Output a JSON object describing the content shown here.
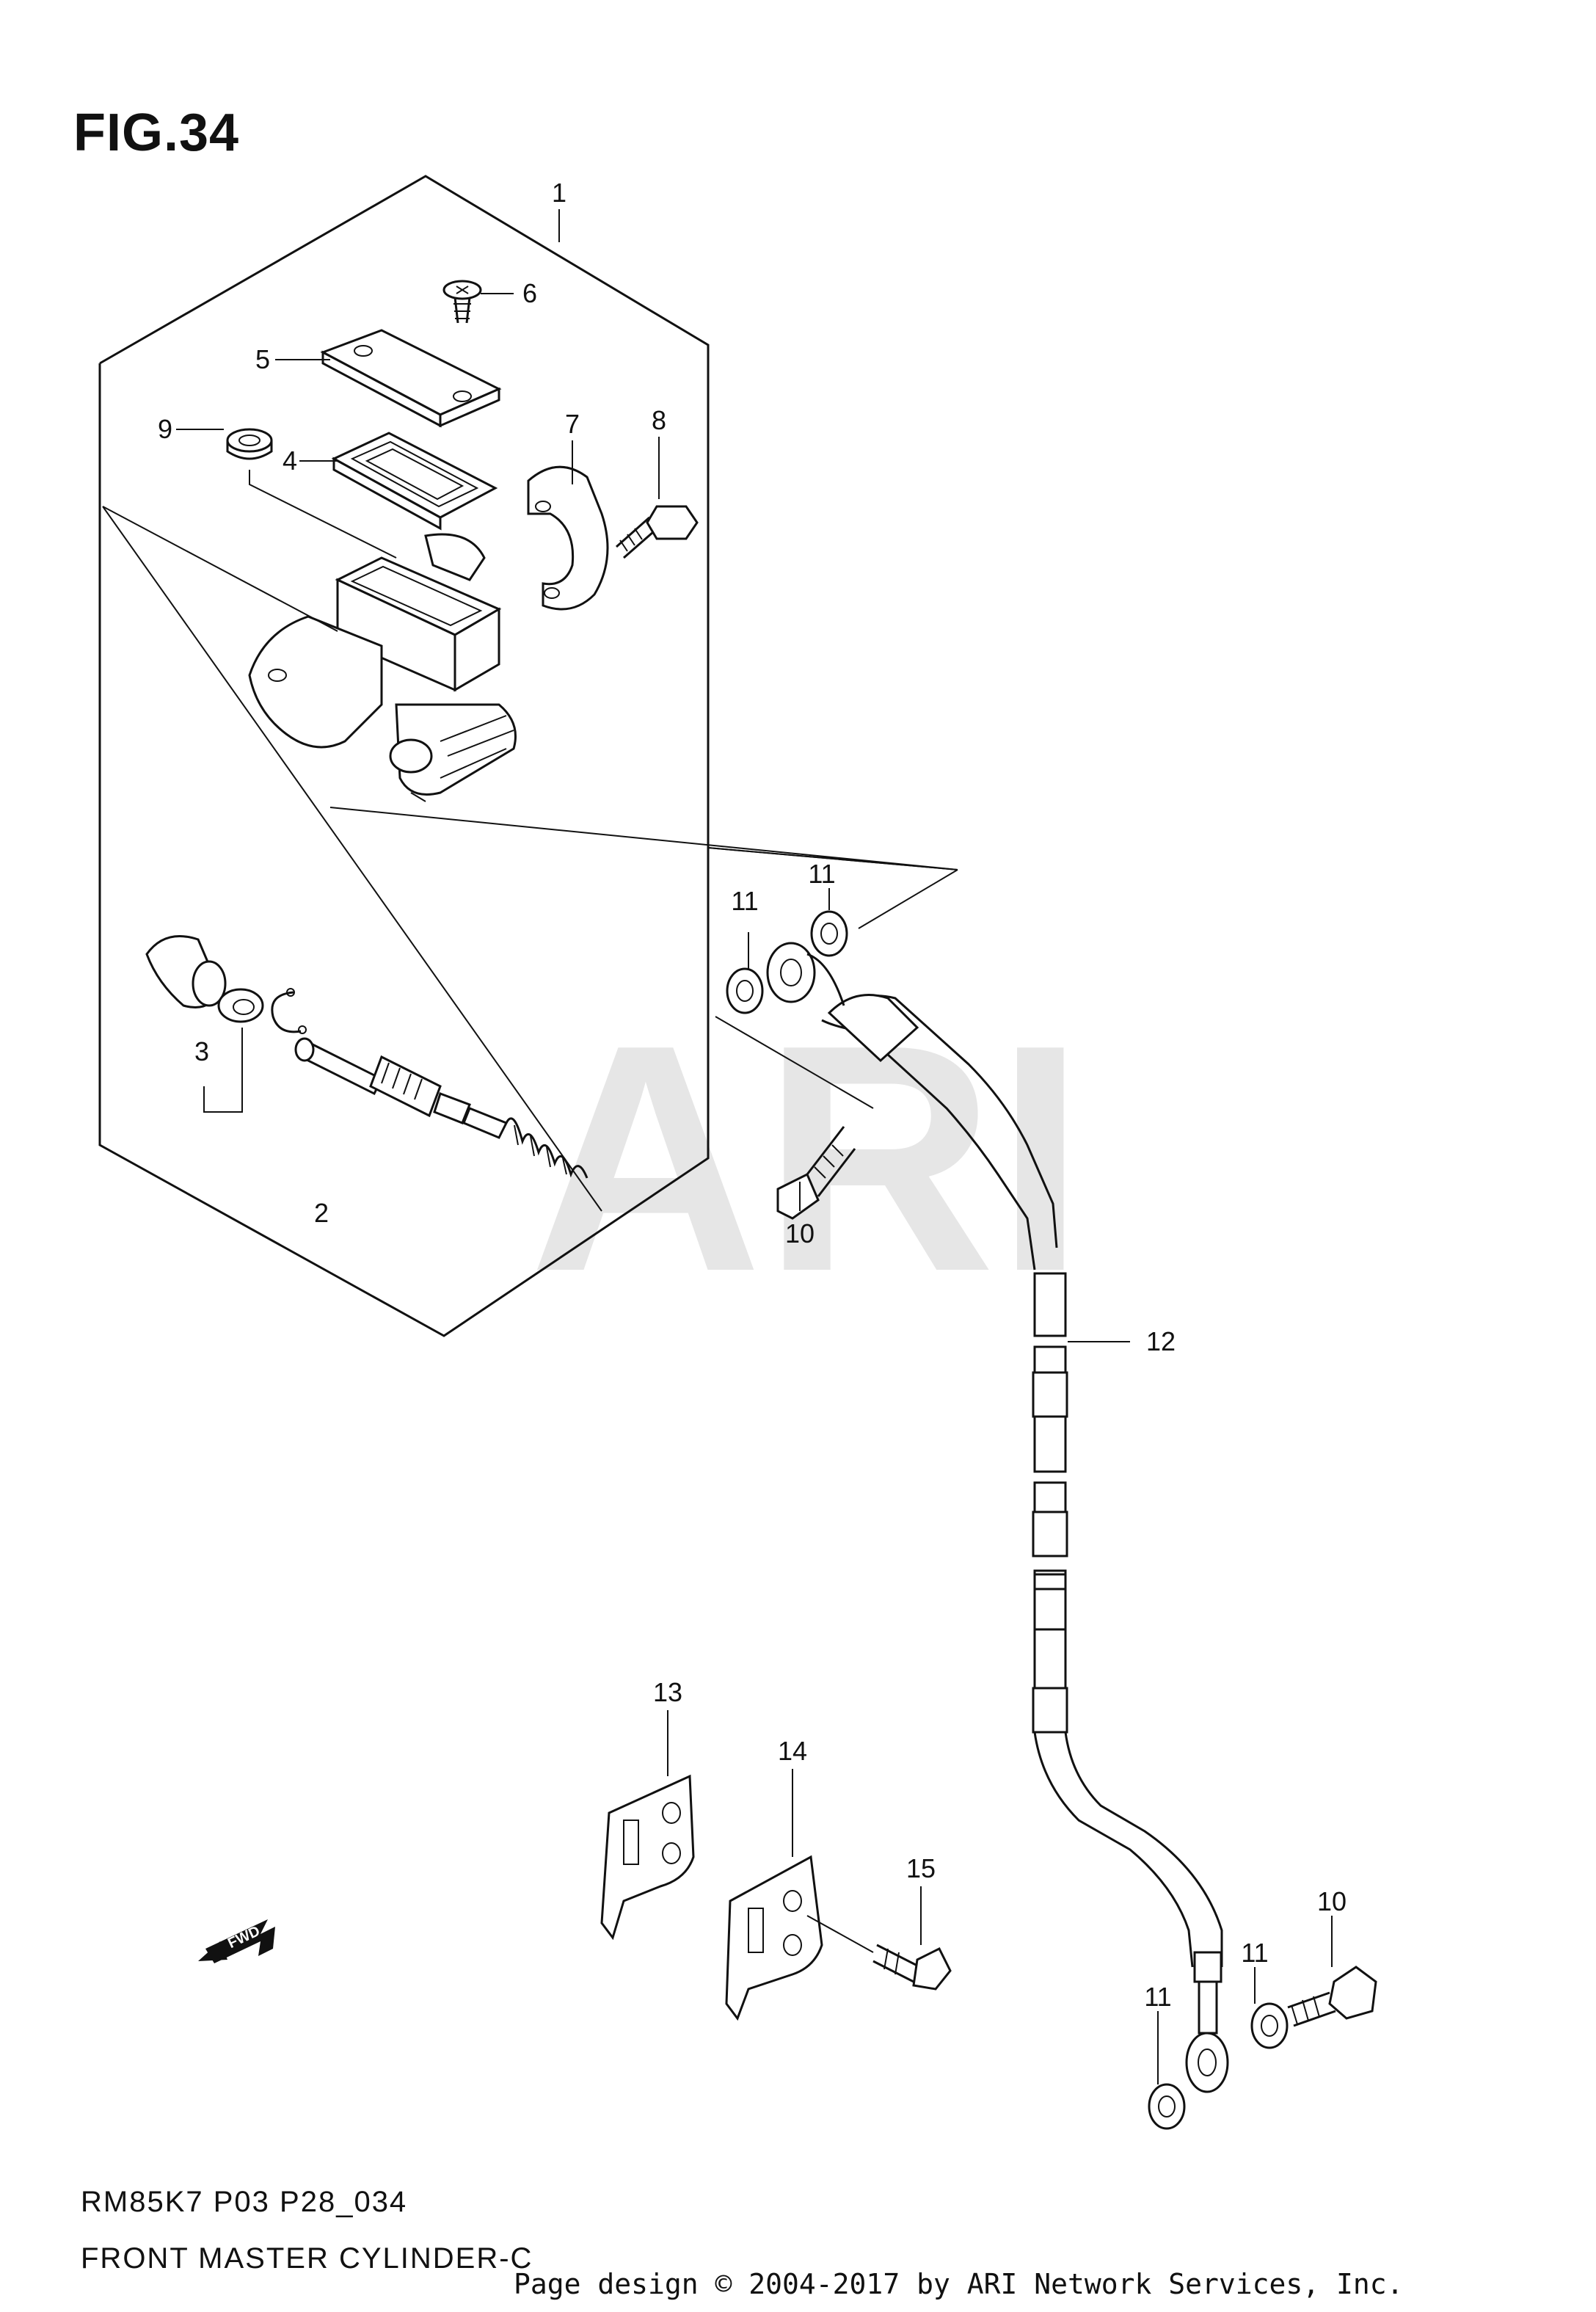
{
  "figure": {
    "title": "FIG.34",
    "model_code": "RM85K7 P03 P28_034",
    "part_name": "FRONT MASTER CYLINDER-C"
  },
  "watermark": "ARI",
  "fwd_label": "FWD",
  "copyright": "Page design © 2004-2017 by ARI Network Services, Inc.",
  "callouts": [
    "1",
    "2",
    "3",
    "4",
    "5",
    "6",
    "7",
    "8",
    "9",
    "10",
    "10",
    "11",
    "11",
    "11",
    "11",
    "12",
    "13",
    "14",
    "15"
  ],
  "colors": {
    "ink": "#111111",
    "watermark": "#e6e6e6",
    "background": "#ffffff"
  }
}
